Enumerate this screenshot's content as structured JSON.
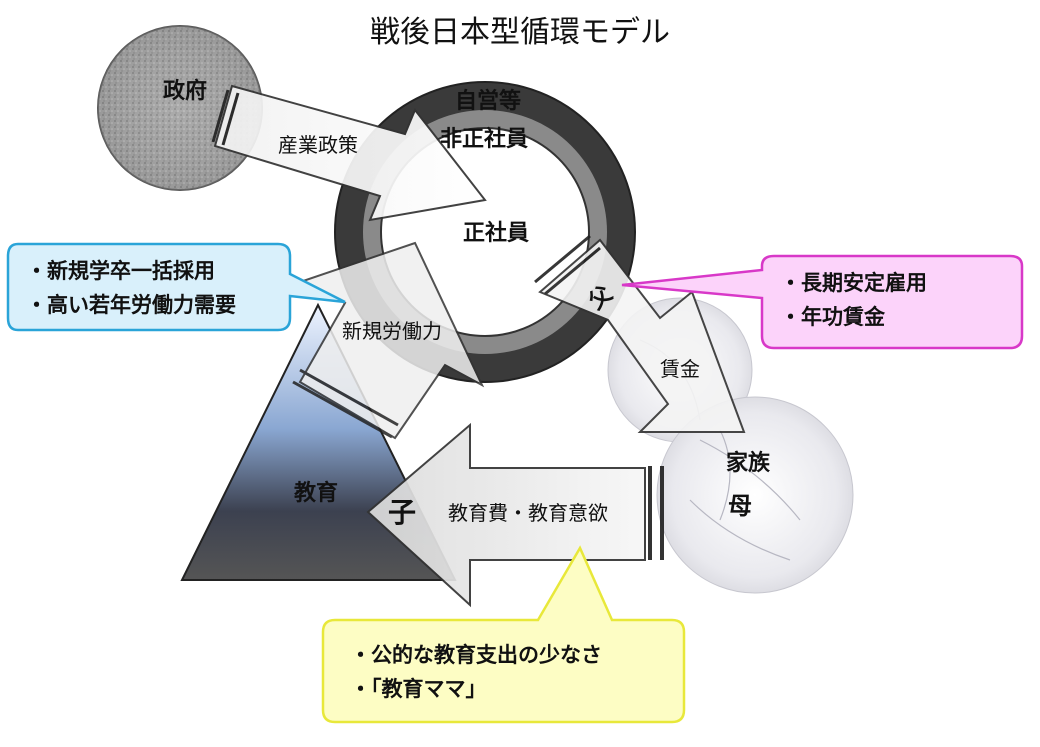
{
  "title": "戦後日本型循環モデル",
  "nodes": {
    "government": "政府",
    "self_employed": "自営等",
    "non_regular": "非正社員",
    "regular": "正社員",
    "family": "家族",
    "mother": "母",
    "education": "教育",
    "child": "子",
    "father": "父"
  },
  "flows": {
    "industrial_policy": "産業政策",
    "new_labor": "新規労働力",
    "wages": "賃金",
    "education_spending": "教育費・教育意欲"
  },
  "callouts": {
    "blue": [
      "・新規学卒一括採用",
      "・高い若年労働力需要"
    ],
    "pink": [
      "・長期安定雇用",
      "・年功賃金"
    ],
    "yellow": [
      "・公的な教育支出の少なさ",
      "・「教育ママ」"
    ]
  },
  "colors": {
    "blue_border": "#2aa4d8",
    "blue_fill": "#d9f0fb",
    "pink_border": "#d838c8",
    "pink_fill": "#fcd3fa",
    "yellow_border": "#e8e83a",
    "yellow_fill": "#fdfdc4"
  }
}
